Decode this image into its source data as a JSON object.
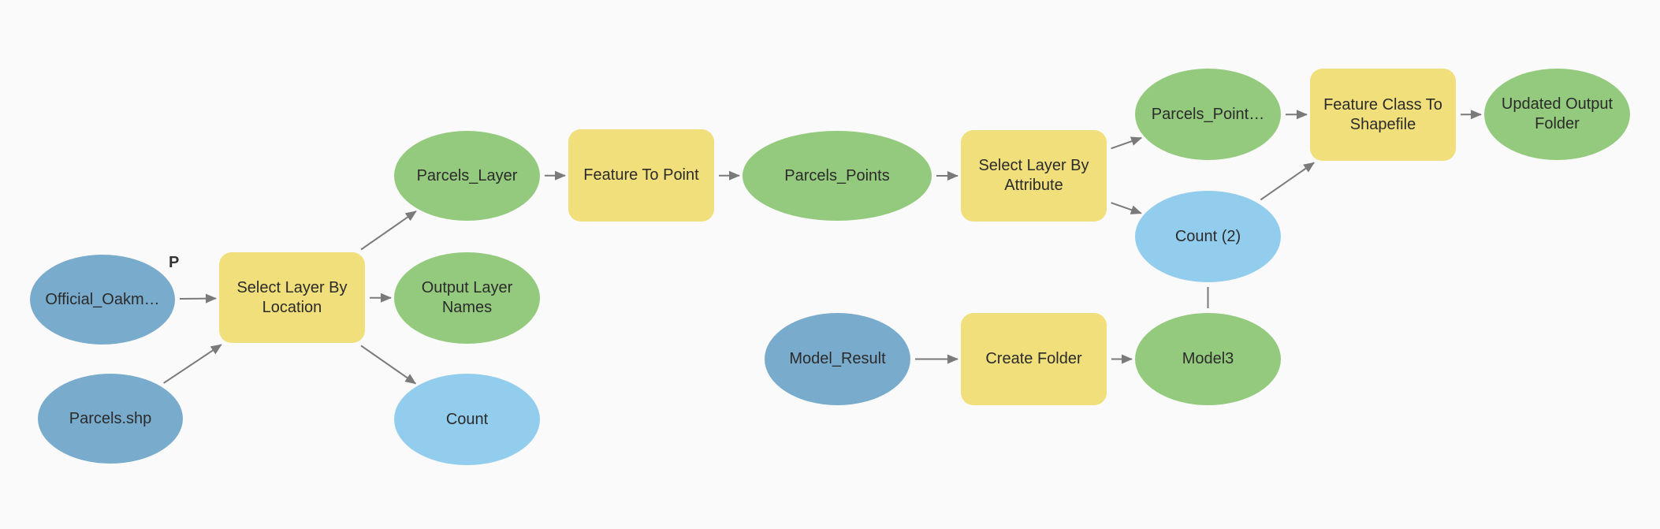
{
  "diagram": {
    "parameter_marker": "P",
    "nodes": [
      {
        "id": "official",
        "label": "Official_Oakm…",
        "kind": "input"
      },
      {
        "id": "parcels_shp",
        "label": "Parcels.shp",
        "kind": "input"
      },
      {
        "id": "select_location",
        "label": "Select Layer By\nLocation",
        "kind": "tool"
      },
      {
        "id": "parcels_layer",
        "label": "Parcels_Layer",
        "kind": "derived"
      },
      {
        "id": "output_names",
        "label": "Output Layer\nNames",
        "kind": "derived"
      },
      {
        "id": "count",
        "label": "Count",
        "kind": "var"
      },
      {
        "id": "feature_to_point",
        "label": "Feature To Point",
        "kind": "tool"
      },
      {
        "id": "parcels_points",
        "label": "Parcels_Points",
        "kind": "derived"
      },
      {
        "id": "select_attribute",
        "label": "Select Layer By\nAttribute",
        "kind": "tool"
      },
      {
        "id": "parcels_point2",
        "label": "Parcels_Point…",
        "kind": "derived"
      },
      {
        "id": "count2",
        "label": "Count (2)",
        "kind": "var"
      },
      {
        "id": "fc_to_shapefile",
        "label": "Feature Class To\nShapefile",
        "kind": "tool"
      },
      {
        "id": "updated_output",
        "label": "Updated Output\nFolder",
        "kind": "derived"
      },
      {
        "id": "model_result",
        "label": "Model_Result",
        "kind": "input"
      },
      {
        "id": "create_folder",
        "label": "Create Folder",
        "kind": "tool"
      },
      {
        "id": "model3",
        "label": "Model3",
        "kind": "derived"
      }
    ],
    "edges": [
      {
        "from": "official",
        "to": "select_location",
        "arrow": true
      },
      {
        "from": "parcels_shp",
        "to": "select_location",
        "arrow": true
      },
      {
        "from": "select_location",
        "to": "parcels_layer",
        "arrow": true
      },
      {
        "from": "select_location",
        "to": "output_names",
        "arrow": true
      },
      {
        "from": "select_location",
        "to": "count",
        "arrow": true
      },
      {
        "from": "parcels_layer",
        "to": "feature_to_point",
        "arrow": true
      },
      {
        "from": "feature_to_point",
        "to": "parcels_points",
        "arrow": true
      },
      {
        "from": "parcels_points",
        "to": "select_attribute",
        "arrow": true
      },
      {
        "from": "select_attribute",
        "to": "parcels_point2",
        "arrow": true
      },
      {
        "from": "select_attribute",
        "to": "count2",
        "arrow": true
      },
      {
        "from": "parcels_point2",
        "to": "fc_to_shapefile",
        "arrow": true
      },
      {
        "from": "count2",
        "to": "fc_to_shapefile",
        "arrow": true
      },
      {
        "from": "fc_to_shapefile",
        "to": "updated_output",
        "arrow": true
      },
      {
        "from": "model_result",
        "to": "create_folder",
        "arrow": true
      },
      {
        "from": "create_folder",
        "to": "model3",
        "arrow": true
      },
      {
        "from": "model3",
        "to": "count2",
        "arrow": false
      }
    ]
  }
}
